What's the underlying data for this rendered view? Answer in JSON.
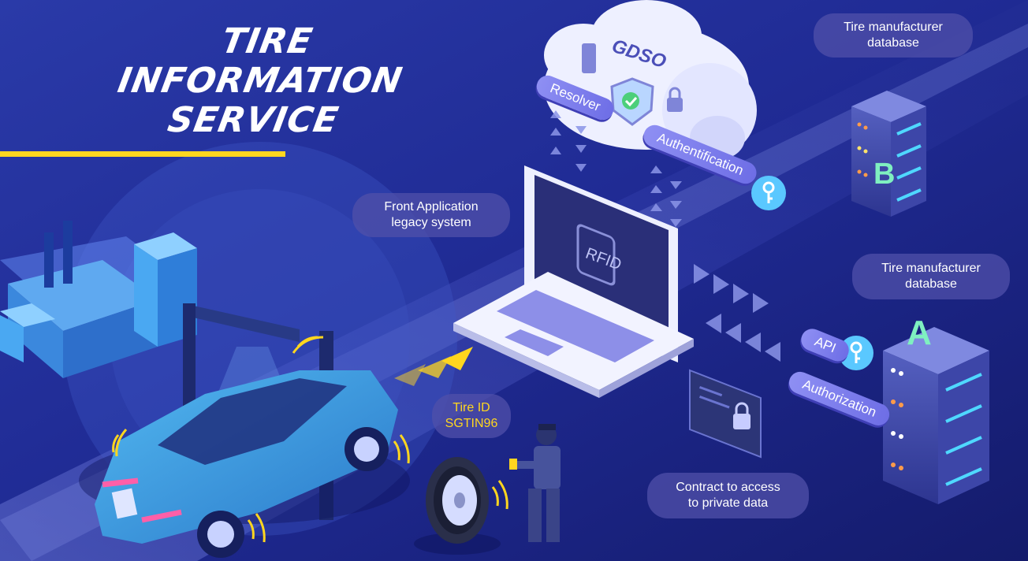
{
  "title": {
    "line1": "TIRE",
    "line2": "INFORMATION",
    "line3": "SERVICE"
  },
  "labels": {
    "front_app_line1": "Front Application",
    "front_app_line2": "legacy system",
    "db_b_line1": "Tire manufacturer",
    "db_b_line2": "database",
    "db_a_line1": "Tire manufacturer",
    "db_a_line2": "database",
    "contract_line1": "Contract to access",
    "contract_line2": "to private data",
    "tire_id_line1": "Tire ID",
    "tire_id_line2": "SGTIN96"
  },
  "cloud": {
    "name": "GDSO"
  },
  "tags": {
    "resolver": "Resolver",
    "authentification": "Authentification",
    "api": "API",
    "authorization": "Authorization"
  },
  "laptop": {
    "screen_text": "RFID"
  },
  "servers": {
    "b_letter": "B",
    "a_letter": "A"
  },
  "colors": {
    "background": "#1c2a8e",
    "accent_yellow": "#ffd61f",
    "tag_purple": "#7b7cee",
    "server_cyan": "#4fd8ff"
  },
  "icons": [
    "factory-icon",
    "scanner-gate-icon",
    "car-icon",
    "tire-icon",
    "technician-icon",
    "laptop-icon",
    "cloud-icon",
    "shield-check-icon",
    "lock-icon",
    "key-icon",
    "server-icon",
    "code-lock-icon",
    "arrow-icon"
  ]
}
